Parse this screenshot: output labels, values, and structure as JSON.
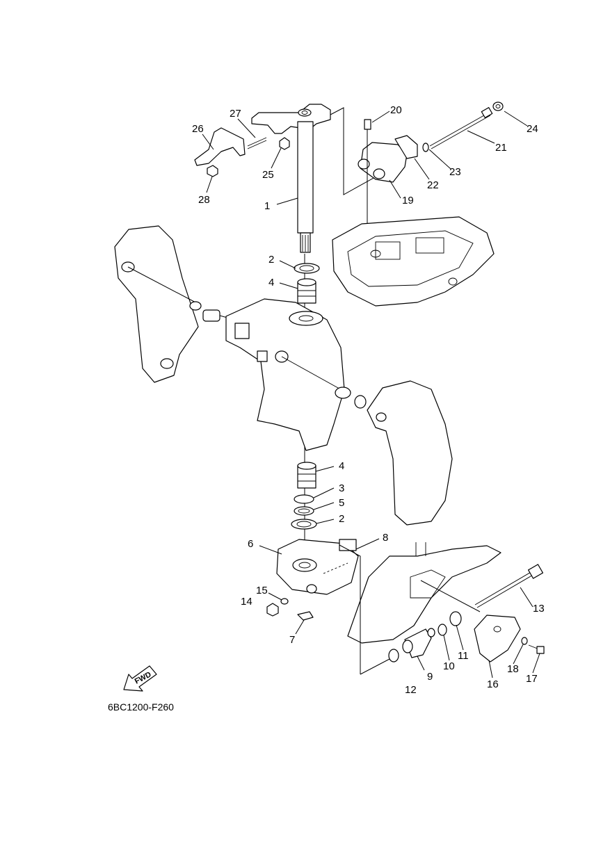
{
  "diagram_code": "6BC1200-F260",
  "fwd_label": "FWD",
  "callouts": [
    {
      "id": "c1",
      "label": "1"
    },
    {
      "id": "c2a",
      "label": "2"
    },
    {
      "id": "c4a",
      "label": "4"
    },
    {
      "id": "c4b",
      "label": "4"
    },
    {
      "id": "c3",
      "label": "3"
    },
    {
      "id": "c5",
      "label": "5"
    },
    {
      "id": "c2b",
      "label": "2"
    },
    {
      "id": "c6",
      "label": "6"
    },
    {
      "id": "c7",
      "label": "7"
    },
    {
      "id": "c8",
      "label": "8"
    },
    {
      "id": "c9",
      "label": "9"
    },
    {
      "id": "c10",
      "label": "10"
    },
    {
      "id": "c11",
      "label": "11"
    },
    {
      "id": "c12",
      "label": "12"
    },
    {
      "id": "c13",
      "label": "13"
    },
    {
      "id": "c14",
      "label": "14"
    },
    {
      "id": "c15",
      "label": "15"
    },
    {
      "id": "c16",
      "label": "16"
    },
    {
      "id": "c17",
      "label": "17"
    },
    {
      "id": "c18",
      "label": "18"
    },
    {
      "id": "c19",
      "label": "19"
    },
    {
      "id": "c20",
      "label": "20"
    },
    {
      "id": "c21",
      "label": "21"
    },
    {
      "id": "c22",
      "label": "22"
    },
    {
      "id": "c23",
      "label": "23"
    },
    {
      "id": "c24",
      "label": "24"
    },
    {
      "id": "c25",
      "label": "25"
    },
    {
      "id": "c26",
      "label": "26"
    },
    {
      "id": "c27",
      "label": "27"
    },
    {
      "id": "c28",
      "label": "28"
    }
  ]
}
